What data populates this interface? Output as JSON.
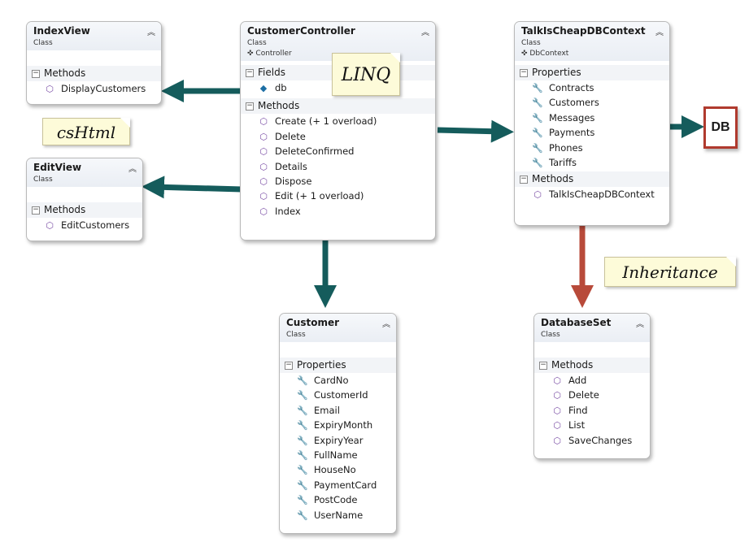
{
  "classes": {
    "index_view": {
      "name": "IndexView",
      "kind": "Class",
      "sections": {
        "methods": {
          "label": "Methods",
          "items": [
            "DisplayCustomers"
          ]
        }
      }
    },
    "edit_view": {
      "name": "EditView",
      "kind": "Class",
      "sections": {
        "methods": {
          "label": "Methods",
          "items": [
            "EditCustomers"
          ]
        }
      }
    },
    "customer_controller": {
      "name": "CustomerController",
      "kind": "Class",
      "base": "Controller",
      "sections": {
        "fields": {
          "label": "Fields",
          "items": [
            "db"
          ]
        },
        "methods": {
          "label": "Methods",
          "items": [
            "Create (+ 1 overload)",
            "Delete",
            "DeleteConfirmed",
            "Details",
            "Dispose",
            "Edit (+ 1 overload)",
            "Index"
          ]
        }
      }
    },
    "db_context": {
      "name": "TalkIsCheapDBContext",
      "kind": "Class",
      "base": "DbContext",
      "sections": {
        "properties": {
          "label": "Properties",
          "items": [
            "Contracts",
            "Customers",
            "Messages",
            "Payments",
            "Phones",
            "Tariffs"
          ]
        },
        "methods": {
          "label": "Methods",
          "items": [
            "TalkIsCheapDBContext"
          ]
        }
      }
    },
    "customer": {
      "name": "Customer",
      "kind": "Class",
      "sections": {
        "properties": {
          "label": "Properties",
          "items": [
            "CardNo",
            "CustomerId",
            "Email",
            "ExpiryMonth",
            "ExpiryYear",
            "FullName",
            "HouseNo",
            "PaymentCard",
            "PostCode",
            "UserName"
          ]
        }
      }
    },
    "database_set": {
      "name": "DatabaseSet",
      "kind": "Class",
      "sections": {
        "methods": {
          "label": "Methods",
          "items": [
            "Add",
            "Delete",
            "Find",
            "List",
            "SaveChanges"
          ]
        }
      }
    }
  },
  "notes": {
    "linq": "LINQ",
    "cshtml": "csHtml",
    "inheritance": "Inheritance"
  },
  "db_label": "DB",
  "icons": {
    "collapse": "double-chevron-up-icon",
    "method": "method-cube-icon",
    "property": "wrench-icon",
    "field": "field-icon",
    "inherit": "inherit-arrow-icon"
  },
  "colors": {
    "arrow": "#155c5c",
    "inheritance_arrow": "#b84a3a",
    "db_border": "#b03a2e"
  }
}
